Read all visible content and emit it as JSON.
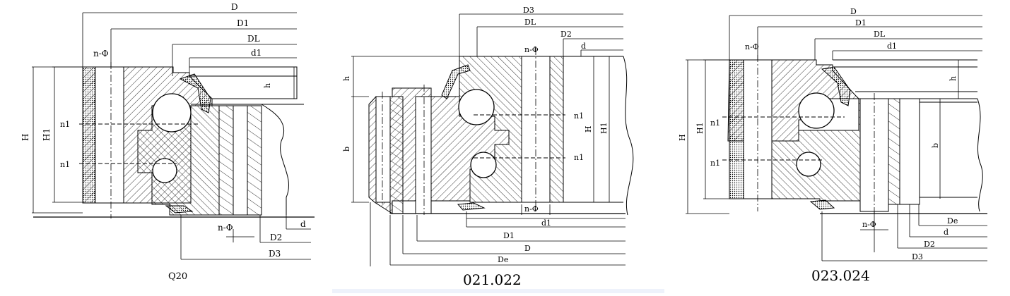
{
  "colors": {
    "ink": "#000000",
    "background": "#ffffff",
    "strip": "#eef2fb"
  },
  "diagrams": [
    {
      "caption": "Q20",
      "labels": {
        "D": "D",
        "D1": "D1",
        "DL": "DL",
        "d1": "d1",
        "nPhiTop": "n-Φ",
        "H": "H",
        "H1": "H1",
        "n1a": "n1",
        "n1b": "n1",
        "h": "h",
        "nPhiBot": "n-Φ",
        "D2": "D2",
        "D3": "D3",
        "d": "d"
      }
    },
    {
      "caption": "021.022",
      "labels": {
        "D3": "D3",
        "DL": "DL",
        "D2": "D2",
        "d": "d",
        "nPhiTop": "n-Φ",
        "h": "h",
        "b": "b",
        "n1a": "n1",
        "n1b": "n1",
        "H": "H",
        "H1": "H1",
        "nPhiBot": "n-Φ",
        "d1": "d1",
        "D1": "D1",
        "D": "D",
        "De": "De"
      }
    },
    {
      "caption": "023.024",
      "labels": {
        "D": "D",
        "D1": "D1",
        "DL": "DL",
        "d1": "d1",
        "nPhiTop": "n-Φ",
        "H": "H",
        "H1": "H1",
        "n1a": "n1",
        "n1b": "n1",
        "h": "h",
        "b": "b",
        "nPhiBot": "n-Φ",
        "De": "De",
        "d": "d",
        "D2": "D2",
        "D3": "D3"
      }
    }
  ]
}
